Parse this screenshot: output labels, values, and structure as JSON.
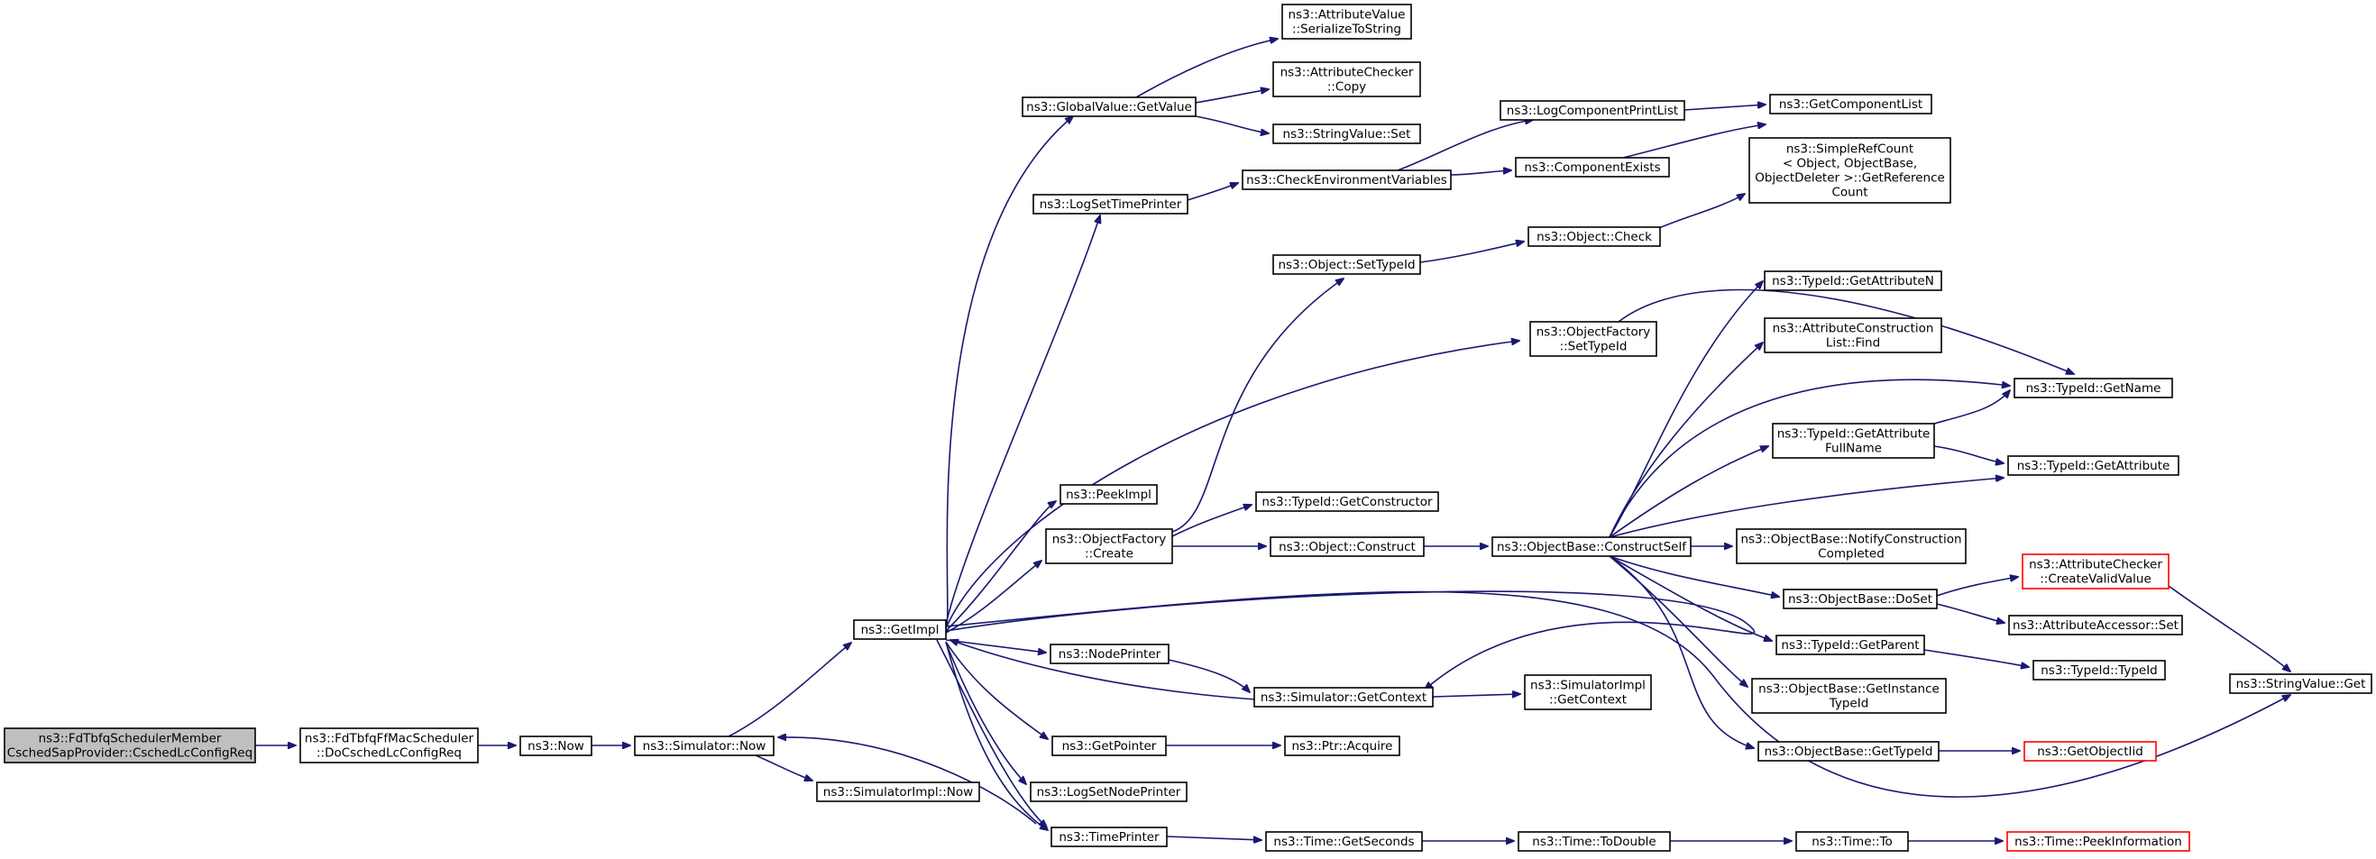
{
  "colors": {
    "edge": "#191970",
    "node_border": "#000000",
    "undocumented_border": "#ff0000",
    "start_fill": "#bfbfbf"
  },
  "nodes": [
    {
      "id": "start",
      "lines": [
        "ns3::FdTbfqSchedulerMember",
        "CschedSapProvider::CschedLcConfigReq"
      ]
    },
    {
      "id": "doc",
      "lines": [
        "ns3::FdTbfqFfMacScheduler",
        "::DoCschedLcConfigReq"
      ]
    },
    {
      "id": "now",
      "lines": [
        "ns3::Now"
      ]
    },
    {
      "id": "simnow",
      "lines": [
        "ns3::Simulator::Now"
      ]
    },
    {
      "id": "implnow",
      "lines": [
        "ns3::SimulatorImpl::Now"
      ]
    },
    {
      "id": "getimpl",
      "lines": [
        "ns3::GetImpl"
      ]
    },
    {
      "id": "gvget",
      "lines": [
        "ns3::GlobalValue::GetValue"
      ]
    },
    {
      "id": "avser",
      "lines": [
        "ns3::AttributeValue",
        "::SerializeToString"
      ]
    },
    {
      "id": "accopy",
      "lines": [
        "ns3::AttributeChecker",
        "::Copy"
      ]
    },
    {
      "id": "svset",
      "lines": [
        "ns3::StringValue::Set"
      ]
    },
    {
      "id": "logtp",
      "lines": [
        "ns3::LogSetTimePrinter"
      ]
    },
    {
      "id": "checkenv",
      "lines": [
        "ns3::CheckEnvironmentVariables"
      ]
    },
    {
      "id": "lcpl",
      "lines": [
        "ns3::LogComponentPrintList"
      ]
    },
    {
      "id": "getcl",
      "lines": [
        "ns3::GetComponentList"
      ]
    },
    {
      "id": "compex",
      "lines": [
        "ns3::ComponentExists"
      ]
    },
    {
      "id": "srcount",
      "lines": [
        "ns3::SimpleRefCount",
        "< Object, ObjectBase,",
        "ObjectDeleter >::GetReference",
        "Count"
      ]
    },
    {
      "id": "objcheck",
      "lines": [
        "ns3::Object::Check"
      ]
    },
    {
      "id": "objsettid",
      "lines": [
        "ns3::Object::SetTypeId"
      ]
    },
    {
      "id": "ofsettid",
      "lines": [
        "ns3::ObjectFactory",
        "::SetTypeId"
      ]
    },
    {
      "id": "tidgan",
      "lines": [
        "ns3::TypeId::GetAttributeN"
      ]
    },
    {
      "id": "acfind",
      "lines": [
        "ns3::AttributeConstruction",
        "List::Find"
      ]
    },
    {
      "id": "tidgetname",
      "lines": [
        "ns3::TypeId::GetName"
      ]
    },
    {
      "id": "tidgafn",
      "lines": [
        "ns3::TypeId::GetAttribute",
        "FullName"
      ]
    },
    {
      "id": "tidga",
      "lines": [
        "ns3::TypeId::GetAttribute"
      ]
    },
    {
      "id": "peekimpl",
      "lines": [
        "ns3::PeekImpl"
      ]
    },
    {
      "id": "tidgc",
      "lines": [
        "ns3::TypeId::GetConstructor"
      ]
    },
    {
      "id": "ofcreate",
      "lines": [
        "ns3::ObjectFactory",
        "::Create"
      ]
    },
    {
      "id": "objconstruct",
      "lines": [
        "ns3::Object::Construct"
      ]
    },
    {
      "id": "obcs",
      "lines": [
        "ns3::ObjectBase::ConstructSelf"
      ]
    },
    {
      "id": "obncc",
      "lines": [
        "ns3::ObjectBase::NotifyConstruction",
        "Completed"
      ]
    },
    {
      "id": "acvalid",
      "lines": [
        "ns3::AttributeChecker",
        "::CreateValidValue"
      ]
    },
    {
      "id": "obdoset",
      "lines": [
        "ns3::ObjectBase::DoSet"
      ]
    },
    {
      "id": "aaset",
      "lines": [
        "ns3::AttributeAccessor::Set"
      ]
    },
    {
      "id": "svget",
      "lines": [
        "ns3::StringValue::Get"
      ]
    },
    {
      "id": "tidgp",
      "lines": [
        "ns3::TypeId::GetParent"
      ]
    },
    {
      "id": "tidtid",
      "lines": [
        "ns3::TypeId::TypeId"
      ]
    },
    {
      "id": "nodeprinter",
      "lines": [
        "ns3::NodePrinter"
      ]
    },
    {
      "id": "simgetctx",
      "lines": [
        "ns3::Simulator::GetContext"
      ]
    },
    {
      "id": "implgetctx",
      "lines": [
        "ns3::SimulatorImpl",
        "::GetContext"
      ]
    },
    {
      "id": "obgit",
      "lines": [
        "ns3::ObjectBase::GetInstance",
        "TypeId"
      ]
    },
    {
      "id": "getpointer",
      "lines": [
        "ns3::GetPointer"
      ]
    },
    {
      "id": "ptracq",
      "lines": [
        "ns3::Ptr::Acquire"
      ]
    },
    {
      "id": "obgtid",
      "lines": [
        "ns3::ObjectBase::GetTypeId"
      ]
    },
    {
      "id": "getoiid",
      "lines": [
        "ns3::GetObjectIid"
      ]
    },
    {
      "id": "lsnp",
      "lines": [
        "ns3::LogSetNodePrinter"
      ]
    },
    {
      "id": "timeprinter",
      "lines": [
        "ns3::TimePrinter"
      ]
    },
    {
      "id": "timegs",
      "lines": [
        "ns3::Time::GetSeconds"
      ]
    },
    {
      "id": "timetd",
      "lines": [
        "ns3::Time::ToDouble"
      ]
    },
    {
      "id": "timeto",
      "lines": [
        "ns3::Time::To"
      ]
    },
    {
      "id": "timepeek",
      "lines": [
        "ns3::Time::PeekInformation"
      ]
    }
  ]
}
